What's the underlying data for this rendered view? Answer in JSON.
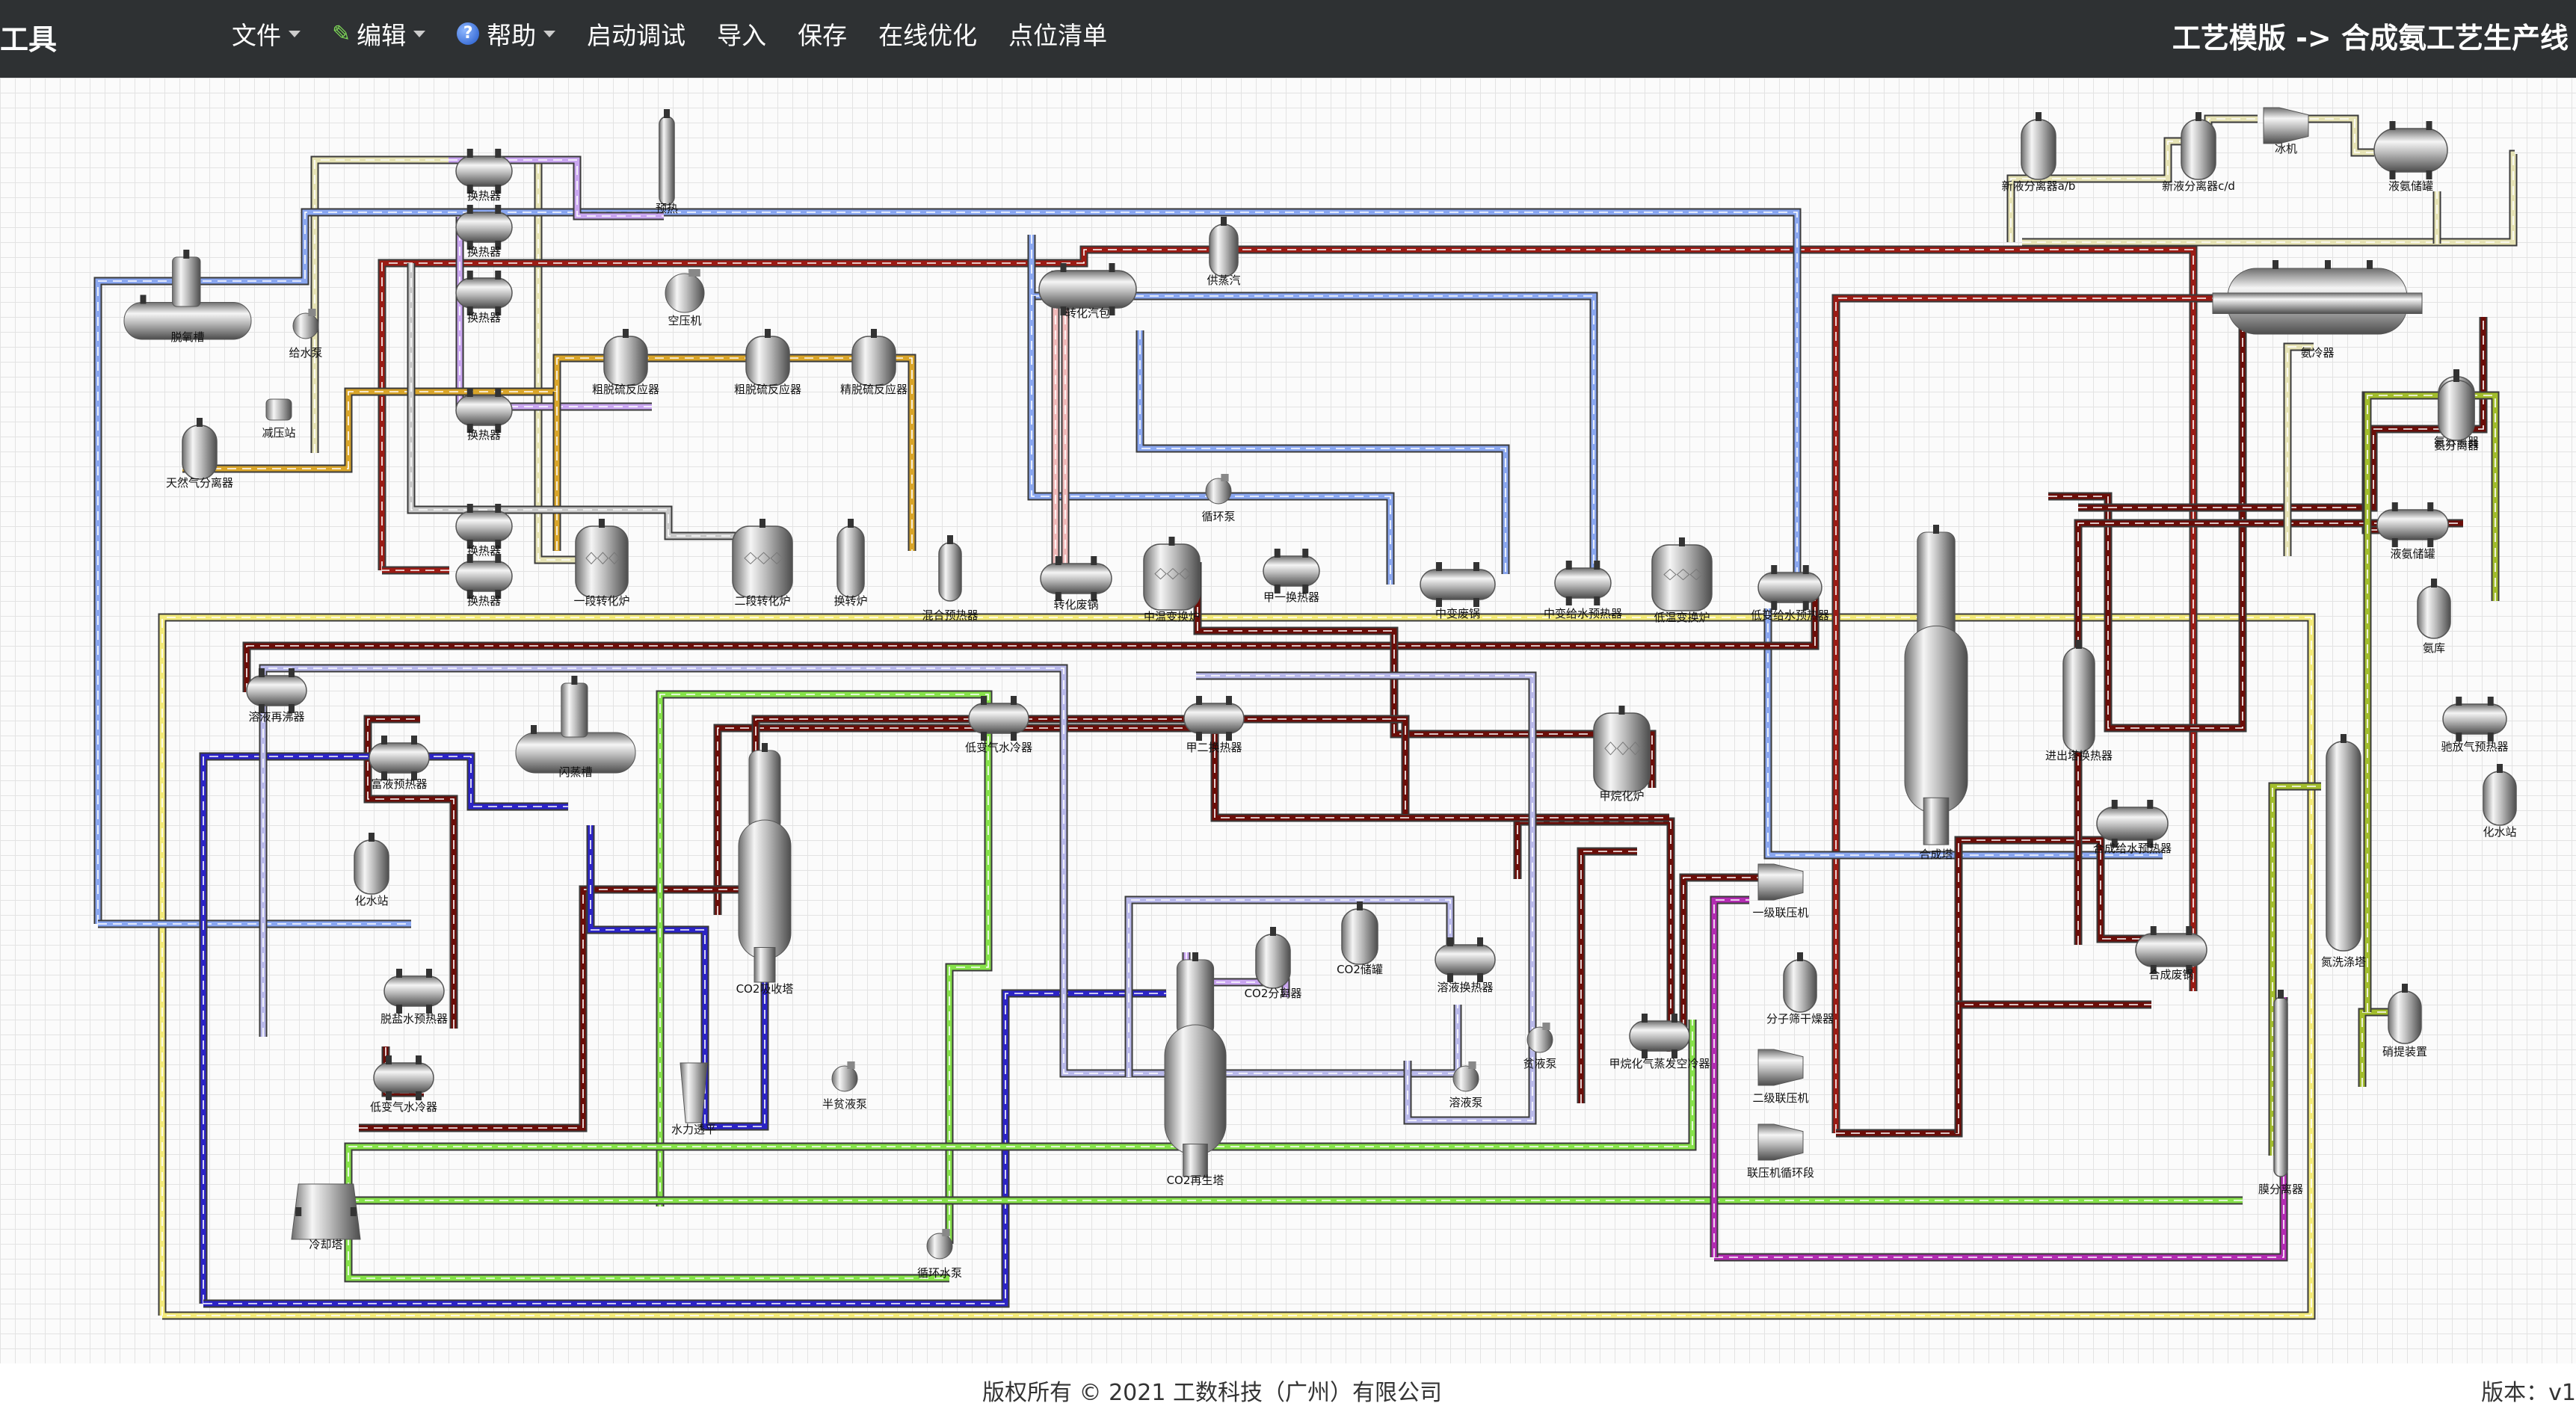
{
  "app": {
    "brand": "工具",
    "title": "工艺模版 -> 合成氨工艺生产线"
  },
  "menu": {
    "file": "文件",
    "edit": "编辑",
    "help": "帮助",
    "debug": "启动调试",
    "import": "导入",
    "save": "保存",
    "optimize": "在线优化",
    "points": "点位清单"
  },
  "footer": {
    "copyright": "版权所有 © 2021 工数科技（广州）有限公司",
    "version": "版本：v1"
  },
  "colors": {
    "red": "#9b1b14",
    "darkred": "#6b0d08",
    "yellow": "#f3ea7a",
    "beige": "#e6e3b5",
    "blue": "#8aa7f0",
    "navy": "#2b23c6",
    "green": "#86e24a",
    "purple": "#c9a6f0",
    "lavender": "#b9b9ea",
    "gold": "#d9a52a",
    "magenta": "#b32cb2",
    "olive": "#a2bd2c",
    "pink": "#f0b9b9",
    "gray": "#c9c9c9"
  },
  "equipment": [
    {
      "label": "换热器"
    },
    {
      "label": "换热器"
    },
    {
      "label": "换热器"
    },
    {
      "label": "换热器"
    },
    {
      "label": "换热器"
    },
    {
      "label": "换热器"
    },
    {
      "label": "预热"
    },
    {
      "label": "脱氧槽"
    },
    {
      "label": "给水泵"
    },
    {
      "label": "减压站"
    },
    {
      "label": "天然气分离器"
    },
    {
      "label": "空压机"
    },
    {
      "label": "粗脱硫反应器"
    },
    {
      "label": "粗脱硫反应器"
    },
    {
      "label": "精脱硫反应器"
    },
    {
      "label": "一段转化炉"
    },
    {
      "label": "二段转化炉"
    },
    {
      "label": "换转炉"
    },
    {
      "label": "混合预热器"
    },
    {
      "label": "转化汽包"
    },
    {
      "label": "供蒸汽"
    },
    {
      "label": "循环泵"
    },
    {
      "label": "转化废锅"
    },
    {
      "label": "中温变换炉"
    },
    {
      "label": "甲一换热器"
    },
    {
      "label": "中变废锅"
    },
    {
      "label": "中变给水预热器"
    },
    {
      "label": "低温变换炉"
    },
    {
      "label": "低变给水预热器"
    },
    {
      "label": "溶液再沸器"
    },
    {
      "label": "富液预热器"
    },
    {
      "label": "闪蒸槽"
    },
    {
      "label": "低变气水冷器"
    },
    {
      "label": "甲二换热器"
    },
    {
      "label": "甲烷化炉"
    },
    {
      "label": "化水站"
    },
    {
      "label": "CO2吸收塔"
    },
    {
      "label": "脱盐水预热器"
    },
    {
      "label": "低变气水冷器"
    },
    {
      "label": "水力透平"
    },
    {
      "label": "半贫液泵"
    },
    {
      "label": "CO2分离器"
    },
    {
      "label": "CO2储罐"
    },
    {
      "label": "溶液换热器"
    },
    {
      "label": "贫液泵"
    },
    {
      "label": "溶液泵"
    },
    {
      "label": "CO2再生塔"
    },
    {
      "label": "冷却塔"
    },
    {
      "label": "循环水泵"
    },
    {
      "label": "甲烷化气蒸发空冷器"
    },
    {
      "label": "一级联压机"
    },
    {
      "label": "分子筛干燥器"
    },
    {
      "label": "二级联压机"
    },
    {
      "label": "联压机循环段"
    },
    {
      "label": "合成塔"
    },
    {
      "label": "进出塔换热器"
    },
    {
      "label": "合成给水预热器"
    },
    {
      "label": "合成废锅"
    },
    {
      "label": "氨分离器"
    },
    {
      "label": "冰机"
    },
    {
      "label": "新液分离器a/b"
    },
    {
      "label": "新液分离器c/d"
    },
    {
      "label": "液氨储罐"
    },
    {
      "label": "氨冷器"
    },
    {
      "label": "氨分离器"
    },
    {
      "label": "液氨储罐"
    },
    {
      "label": "氨库"
    },
    {
      "label": "驰放气预热器"
    },
    {
      "label": "化水站"
    },
    {
      "label": "氮洗涤塔"
    },
    {
      "label": "硝提装置"
    },
    {
      "label": "膜分离器"
    }
  ]
}
